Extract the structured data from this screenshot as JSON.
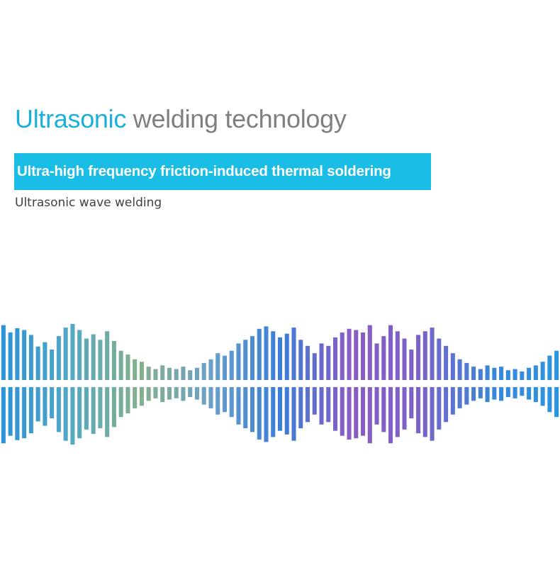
{
  "headline": {
    "accent_text": "Ultrasonic",
    "rest_text": " welding technology"
  },
  "banner": {
    "text": "Ultra-high frequency friction-induced thermal soldering"
  },
  "subtitle": {
    "text": "Ultrasonic wave welding"
  },
  "waveform": {
    "description_icon": "sound-wave-graphic",
    "colors": [
      "#2a92d6",
      "#52a8c4",
      "#86b08a",
      "#6aa0c8",
      "#3b7fd6",
      "#8a5cc4",
      "#7a62c8",
      "#3a86d8",
      "#2a96e0"
    ],
    "levels": [
      0.9,
      0.78,
      0.85,
      0.82,
      0.74,
      0.55,
      0.62,
      0.5,
      0.72,
      0.86,
      0.92,
      0.82,
      0.68,
      0.75,
      0.66,
      0.8,
      0.64,
      0.48,
      0.42,
      0.34,
      0.3,
      0.22,
      0.18,
      0.24,
      0.2,
      0.18,
      0.22,
      0.16,
      0.2,
      0.28,
      0.34,
      0.44,
      0.4,
      0.48,
      0.6,
      0.66,
      0.72,
      0.84,
      0.88,
      0.8,
      0.7,
      0.76,
      0.86,
      0.66,
      0.56,
      0.44,
      0.6,
      0.56,
      0.7,
      0.78,
      0.84,
      0.82,
      0.78,
      0.9,
      0.6,
      0.72,
      0.9,
      0.8,
      0.68,
      0.5,
      0.74,
      0.8,
      0.86,
      0.68,
      0.56,
      0.44,
      0.34,
      0.28,
      0.22,
      0.18,
      0.24,
      0.2,
      0.22,
      0.16,
      0.18,
      0.14,
      0.2,
      0.24,
      0.3,
      0.4,
      0.48
    ]
  }
}
